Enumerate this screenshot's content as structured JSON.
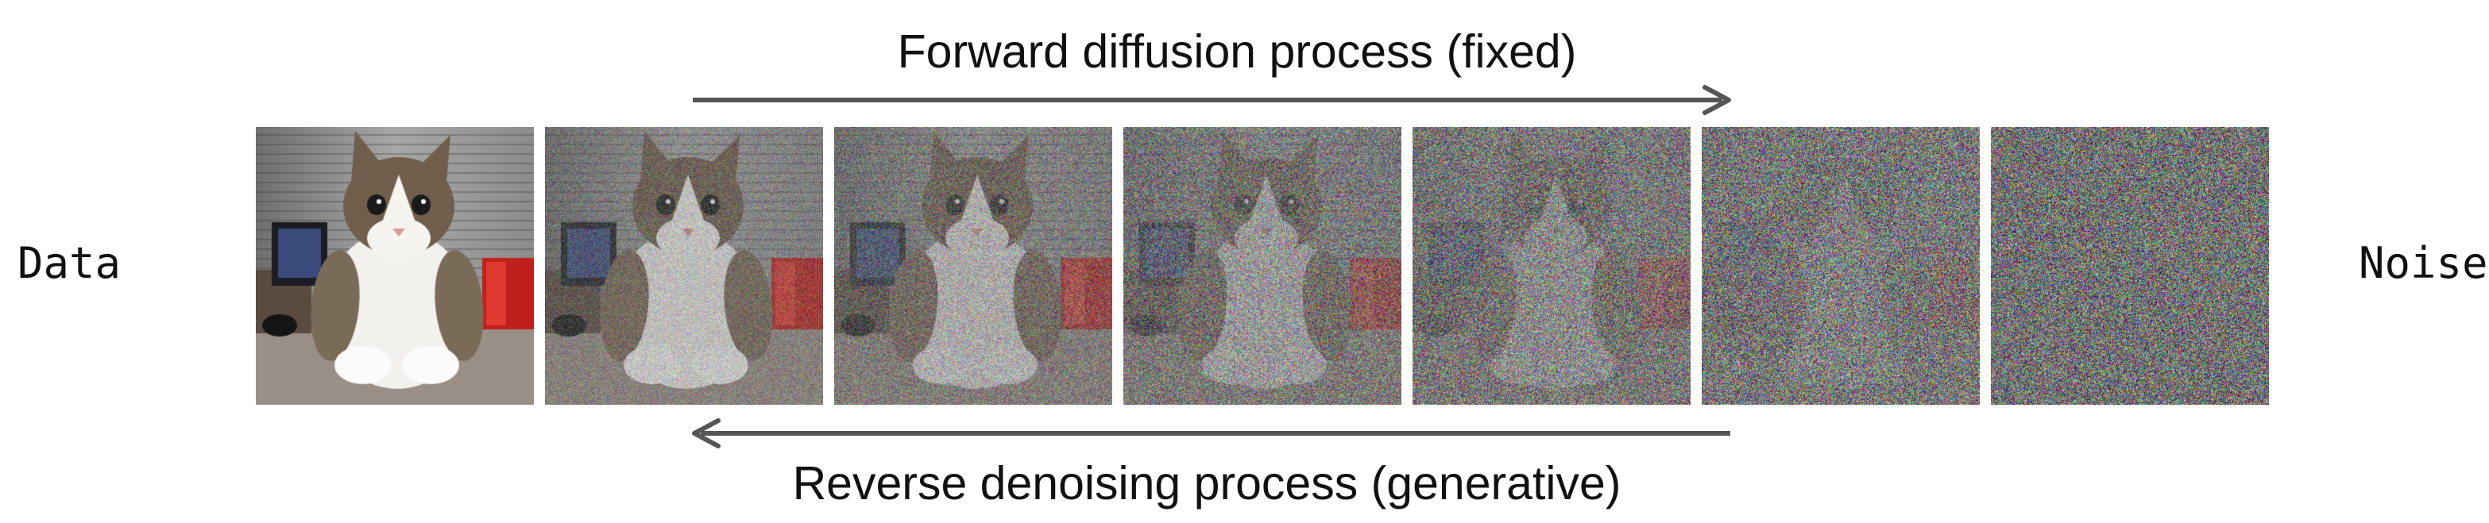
{
  "diagram": {
    "forward_label": "Forward diffusion process (fixed)",
    "reverse_label": "Reverse denoising process (generative)",
    "left_label": "Data",
    "right_label": "Noise",
    "frames": [
      {
        "name": "clean-cat-image",
        "noise_level": 0.0
      },
      {
        "name": "noisy-cat-image-1",
        "noise_level": 0.35
      },
      {
        "name": "noisy-cat-image-2",
        "noise_level": 0.5
      },
      {
        "name": "noisy-cat-image-3",
        "noise_level": 0.65
      },
      {
        "name": "noisy-cat-image-4",
        "noise_level": 0.78
      },
      {
        "name": "noisy-cat-image-5",
        "noise_level": 0.9
      },
      {
        "name": "pure-noise-image",
        "noise_level": 1.0
      }
    ],
    "arrow_color": "#555555"
  }
}
